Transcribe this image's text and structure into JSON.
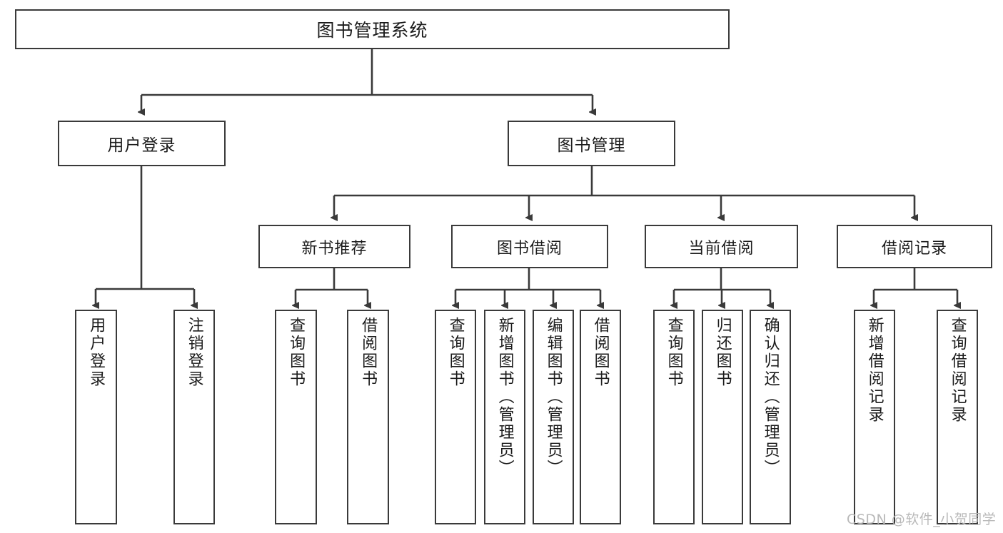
{
  "diagram": {
    "title": "图书管理系统",
    "type": "tree",
    "root": {
      "label": "图书管理系统"
    },
    "level1": [
      {
        "label": "用户登录"
      },
      {
        "label": "图书管理"
      }
    ],
    "level2": [
      {
        "label": "新书推荐"
      },
      {
        "label": "图书借阅"
      },
      {
        "label": "当前借阅"
      },
      {
        "label": "借阅记录"
      }
    ],
    "leaves": {
      "user_login": [
        {
          "label": "用户登录"
        },
        {
          "label": "注销登录"
        }
      ],
      "new_book_recommend": [
        {
          "label": "查询图书"
        },
        {
          "label": "借阅图书"
        }
      ],
      "book_borrow": [
        {
          "label": "查询图书"
        },
        {
          "label": "新增图书（管理员）"
        },
        {
          "label": "编辑图书（管理员）"
        },
        {
          "label": "借阅图书"
        }
      ],
      "current_borrow": [
        {
          "label": "查询图书"
        },
        {
          "label": "归还图书"
        },
        {
          "label": "确认归还（管理员）"
        }
      ],
      "borrow_records": [
        {
          "label": "新增借阅记录"
        },
        {
          "label": "查询借阅记录"
        }
      ]
    }
  },
  "watermark": {
    "text": "CSDN @软件_小贺同学"
  },
  "colors": {
    "stroke": "#3a3a3a",
    "background": "#ffffff",
    "text": "#1b1b1b",
    "watermark": "#b9b9b9"
  }
}
